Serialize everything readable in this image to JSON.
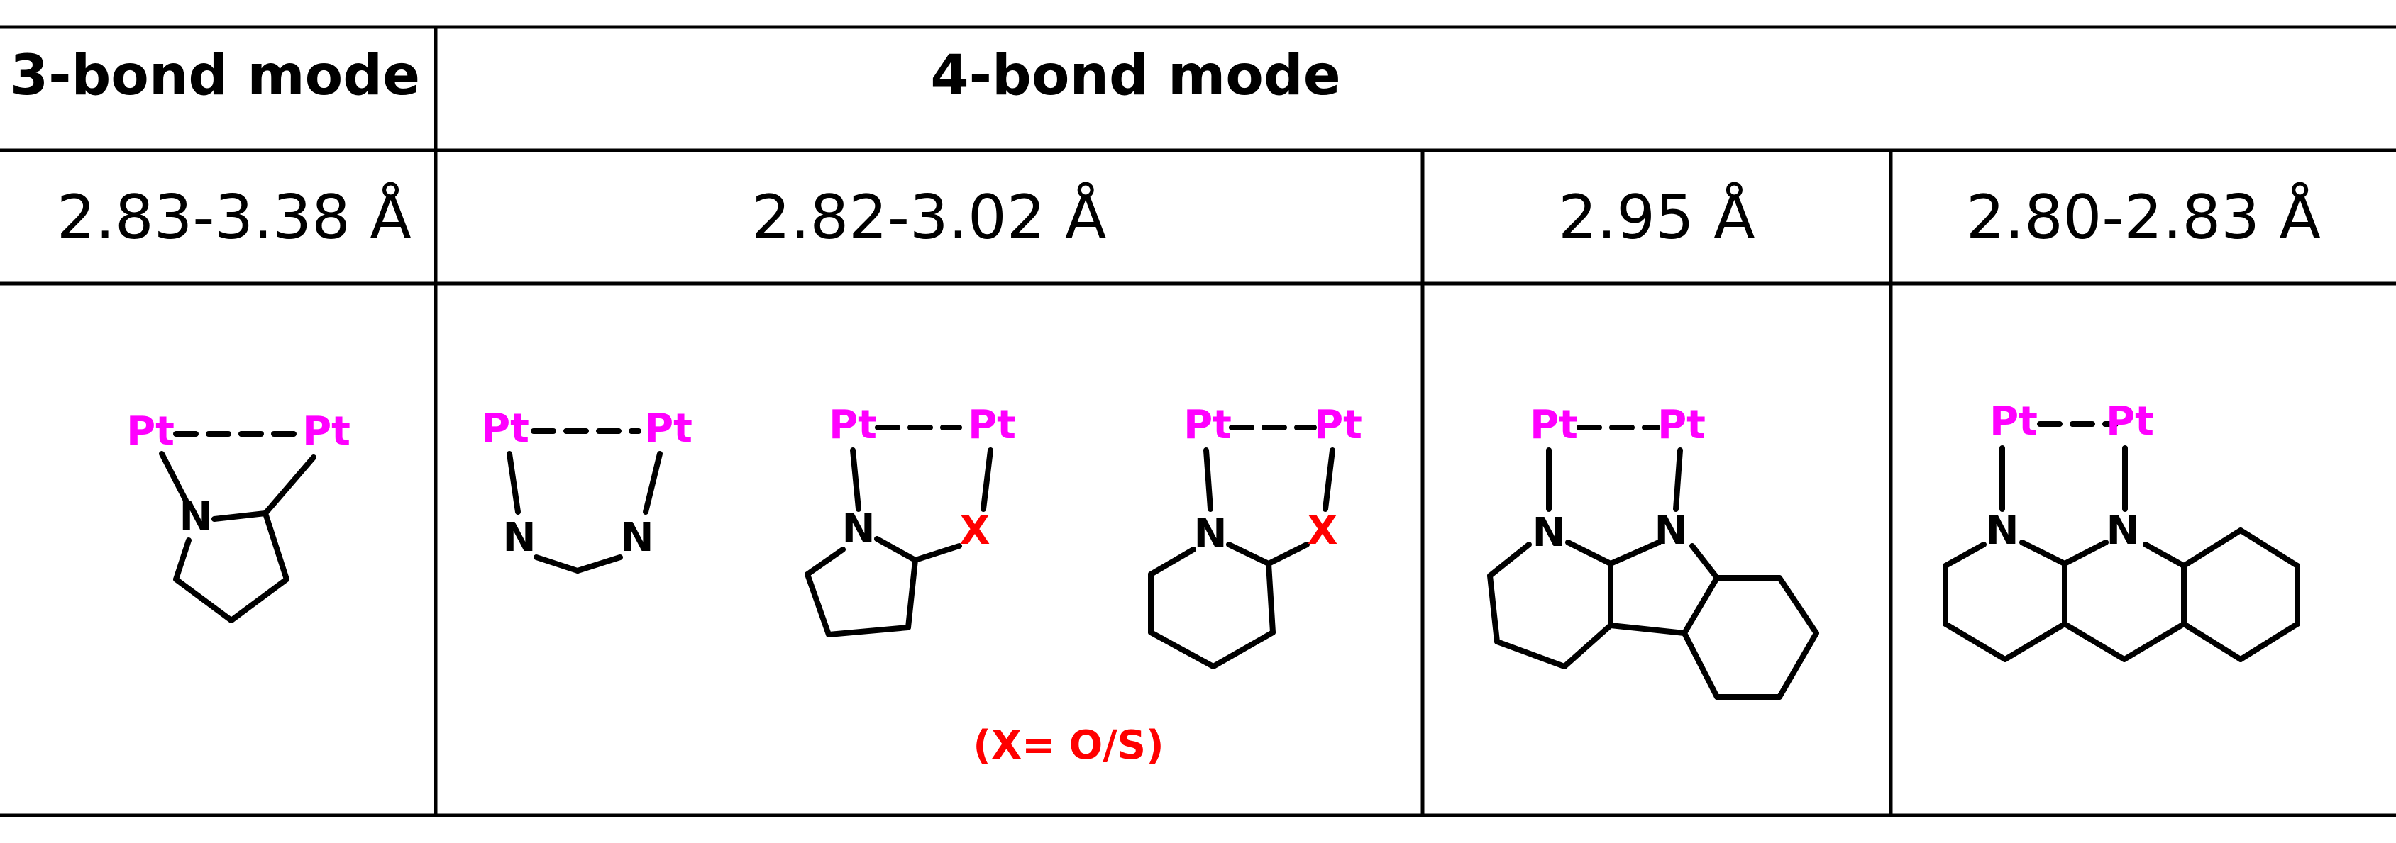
{
  "table": {
    "headers": {
      "three_bond": "3-bond mode",
      "four_bond": "4-bond mode"
    },
    "distances": [
      "2.83-3.38 Å",
      "2.82-3.02 Å",
      "2.95 Å",
      "2.80-2.83 Å"
    ],
    "note": "(X= O/S)"
  },
  "atoms": {
    "pt": "Pt",
    "n": "N",
    "x": "X"
  },
  "colors": {
    "pt": "#ff00ff",
    "x": "#ff0000",
    "line": "#000000"
  }
}
